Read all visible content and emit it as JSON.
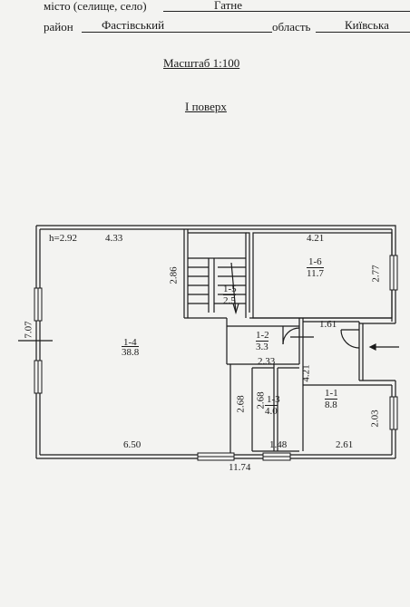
{
  "header": {
    "city_label": "місто (селище, село)",
    "city_value": "Гатне",
    "district_label": "район",
    "district_value": "Фастівський",
    "region_label": "область",
    "region_value": "Київська"
  },
  "scale_text": "Масштаб 1:100",
  "floor_text": "І поверх",
  "plan": {
    "height_note": "h=2.92",
    "dimensions": {
      "top_left": "4.33",
      "left_side": "7.07",
      "bottom_left": "6.50",
      "bottom_total": "11.74",
      "stair_side": "2.86",
      "top_right": "4.21",
      "right_upper": "2.77",
      "corridor_top": "1.61",
      "room13_top": "2.33",
      "room13_left": "2.68",
      "room13_right": "2.68",
      "corridor_left": "4.21",
      "right_lower": "2.03",
      "bottom_mid": "1.48",
      "bottom_right": "2.61"
    },
    "rooms": [
      {
        "id": "1-4",
        "area": "38.8"
      },
      {
        "id": "1-5",
        "area": "2.5"
      },
      {
        "id": "1-6",
        "area": "11.7"
      },
      {
        "id": "1-2",
        "area": "3.3"
      },
      {
        "id": "1-3",
        "area": "4.0"
      },
      {
        "id": "1-1",
        "area": "8.8"
      }
    ]
  }
}
